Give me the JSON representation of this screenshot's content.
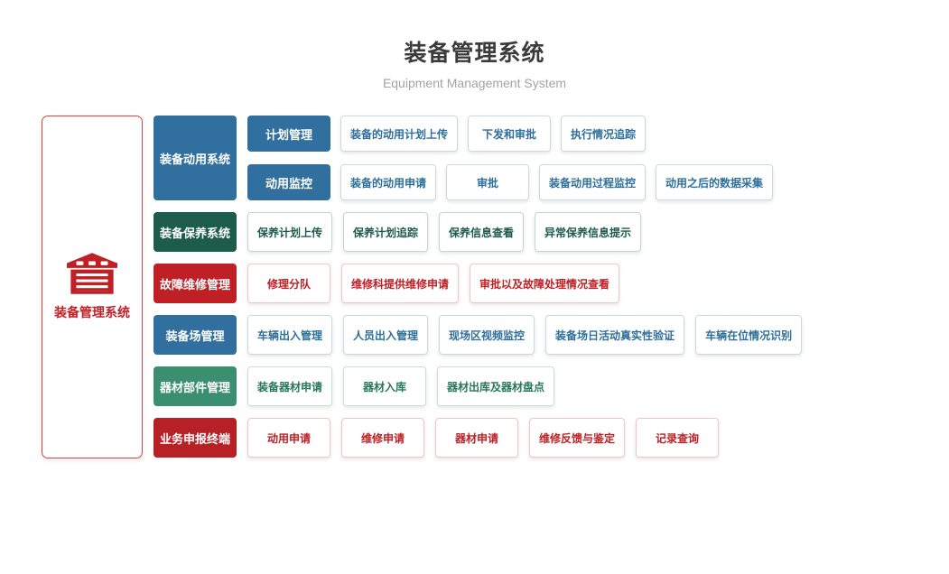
{
  "header": {
    "title": "装备管理系统",
    "subtitle": "Equipment Management System"
  },
  "root": {
    "label": "装备管理系统",
    "icon": "garage-icon",
    "color": "#BF2026",
    "border_color": "#D0464B"
  },
  "schemes": {
    "blue": {
      "solid": "#31709E",
      "text": "#2E6F9C",
      "border": "#C9D9E4"
    },
    "darkGreen": {
      "solid": "#1D5C4B",
      "text": "#1D5C4B",
      "border": "#C2D8CE"
    },
    "red": {
      "solid": "#BE2026",
      "text": "#BE2026",
      "border": "#F1C4C6"
    },
    "green": {
      "solid": "#3B8F70",
      "text": "#27785D",
      "border": "#C6DFD4"
    },
    "darkRed": {
      "solid": "#B72025",
      "text": "#BE2026",
      "border": "#F1C4C6"
    }
  },
  "branches": [
    {
      "id": "equipment-deploy-system",
      "label": "装备动用系统",
      "scheme": "blue",
      "subrows": [
        {
          "lead": "计划管理",
          "items": [
            "装备的动用计划上传",
            "下发和审批",
            "执行情况追踪"
          ]
        },
        {
          "lead": "动用监控",
          "items": [
            "装备的动用申请",
            "审批",
            "装备动用过程监控",
            "动用之后的数据采集"
          ]
        }
      ]
    },
    {
      "id": "maintenance-system",
      "label": "装备保养系统",
      "scheme": "darkGreen",
      "items": [
        "保养计划上传",
        "保养计划追踪",
        "保养信息查看",
        "异常保养信息提示"
      ]
    },
    {
      "id": "fault-repair-management",
      "label": "故障维修管理",
      "scheme": "red",
      "items": [
        "修理分队",
        "维修科提供维修申请",
        "审批以及故障处理情况查看"
      ]
    },
    {
      "id": "equipment-yard-management",
      "label": "装备场管理",
      "scheme": "blue",
      "items": [
        "车辆出入管理",
        "人员出入管理",
        "现场区视频监控",
        "装备场日活动真实性验证",
        "车辆在位情况识别"
      ]
    },
    {
      "id": "parts-management",
      "label": "器材部件管理",
      "scheme": "green",
      "items": [
        "装备器材申请",
        "器材入库",
        "器材出库及器材盘点"
      ]
    },
    {
      "id": "business-report-terminal",
      "label": "业务申报终端",
      "scheme": "darkRed",
      "items": [
        "动用申请",
        "维修申请",
        "器材申请",
        "维修反馈与鉴定",
        "记录查询"
      ]
    }
  ]
}
